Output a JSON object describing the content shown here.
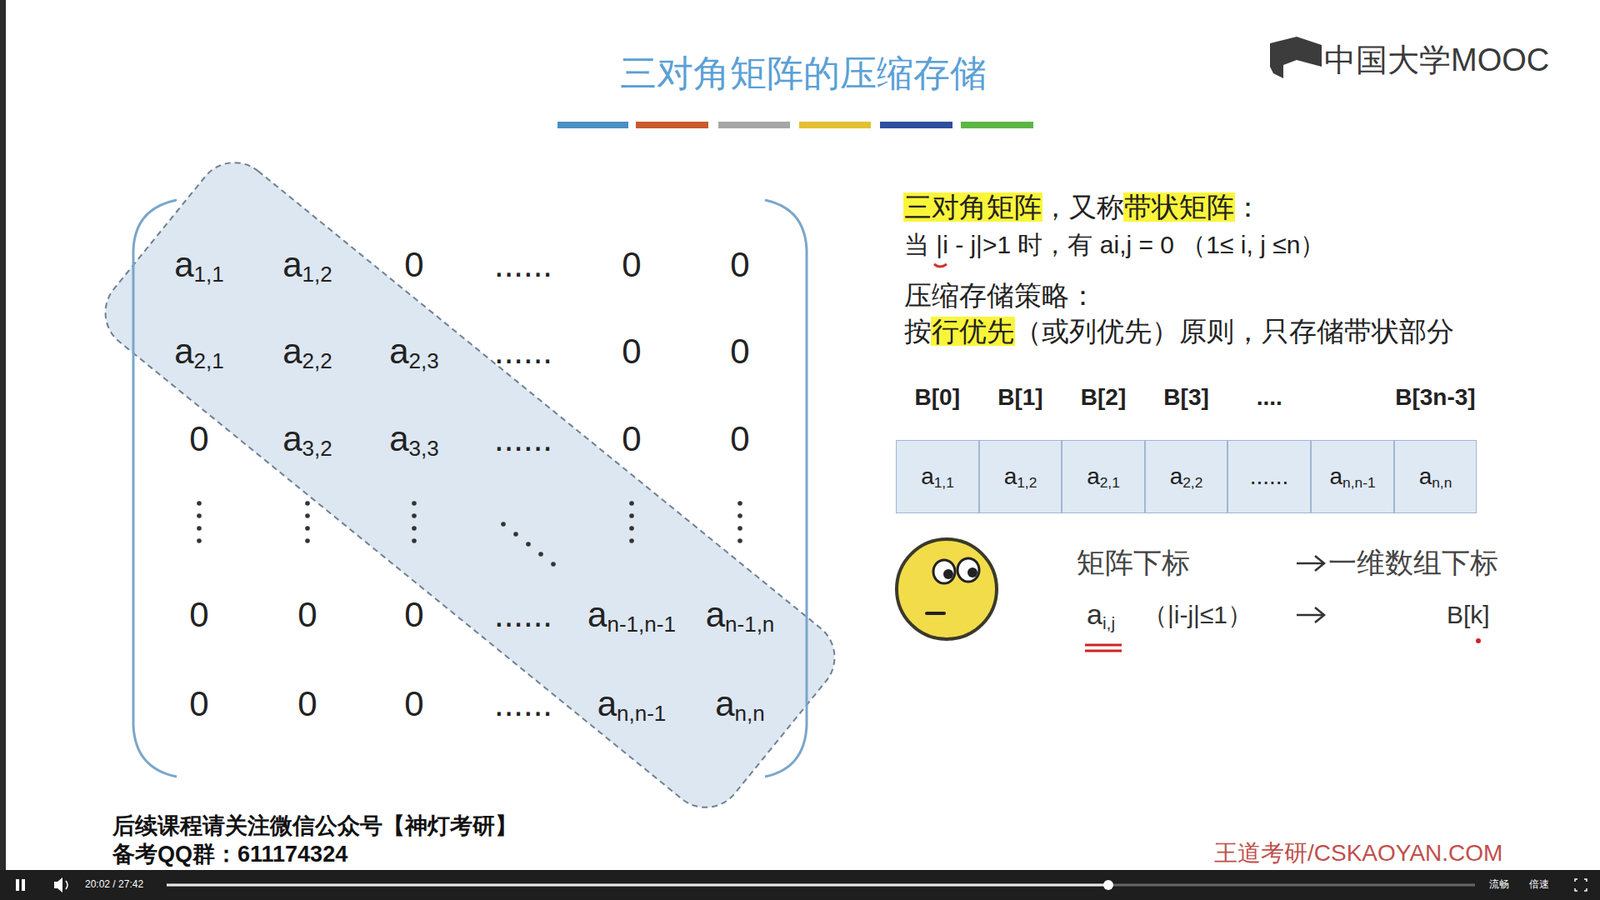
{
  "diagram": {
    "title": "三对角矩阵的压缩存储",
    "nodes": [
      {
        "text": [
          "a1,1"
        ]
      },
      {
        "text": [
          "a1,2"
        ]
      },
      {
        "text": [
          "a2,1"
        ]
      },
      {
        "text": [
          "a2,2"
        ]
      },
      {
        "text": [
          "......"
        ]
      },
      {
        "text": [
          "an,n-1"
        ]
      },
      {
        "text": [
          "an,n"
        ]
      }
    ],
    "labels": [
      "中国大学MOOC",
      "a1,1",
      "a1,2",
      "0",
      "......",
      "0",
      "0",
      "a2,1",
      "a2,2",
      "a2,3",
      "......",
      "0",
      "0",
      "0",
      "a3,2",
      "a3,3",
      "......",
      "0",
      "0",
      "0",
      "0",
      "0",
      "......",
      "an-1,n-1",
      "an-1,n",
      "0",
      "0",
      "0",
      "......",
      "an,n-1",
      "an,n",
      "三对角矩阵，又称带状矩阵：",
      "当 |i - j|>1 时，有 ai,j = 0 （1≤ i, j ≤n）",
      "压缩存储策略：",
      "按行优先（或列优先）原则，只存储带状部分",
      "B[0]",
      "B[1]",
      "B[2]",
      "B[3]",
      "....",
      "B[3n-3]",
      "矩阵下标",
      "一维数组下标",
      "ai,j",
      "（|i-j|≤1）",
      "B[k]",
      "后续课程请关注微信公众号【神灯考研】",
      "备考QQ群：611174324",
      "王道考研/CSKAOYAN.COM",
      "20:02 / 27:42",
      "流畅",
      "倍速"
    ]
  }
}
